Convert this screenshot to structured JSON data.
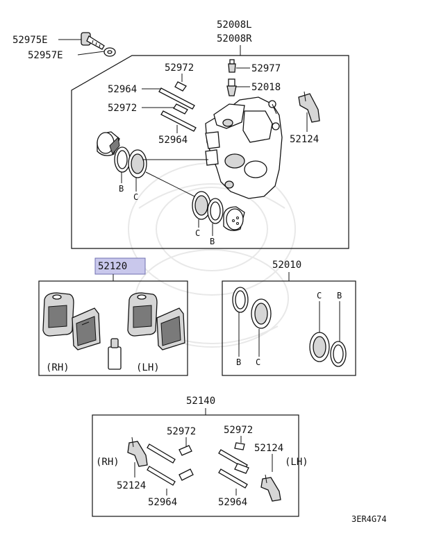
{
  "labels": {
    "p52975E": "52975E",
    "p52957E": "52957E",
    "p52008L": "52008L",
    "p52008R": "52008R",
    "p52972_a": "52972",
    "p52977": "52977",
    "p52964_a": "52964",
    "p52018": "52018",
    "p52972_b": "52972",
    "p52964_b": "52964",
    "p52124_a": "52124",
    "b1": "B",
    "c1": "C",
    "c2": "C",
    "b2": "B",
    "p52120": "52120",
    "p52010": "52010",
    "rh1": "(RH)",
    "lh1": "(LH)",
    "b3": "B",
    "c3": "C",
    "c4": "C",
    "b4": "B",
    "p52140": "52140",
    "p52972_c": "52972",
    "p52972_d": "52972",
    "p52124_b": "52124",
    "rh2": "(RH)",
    "lh2": "(LH)",
    "p52124_c": "52124",
    "p52964_c": "52964",
    "p52964_d": "52964",
    "code": "3ER4G74"
  },
  "colors": {
    "highlight": "#c9c8ec",
    "highlight_border": "#6f6fb0"
  }
}
